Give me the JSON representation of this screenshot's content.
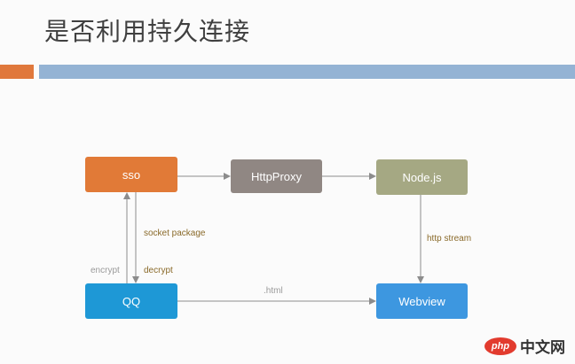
{
  "slide": {
    "title": "是否利用持久连接"
  },
  "colors": {
    "accent_bar": "#e0783c",
    "main_bar": "#94b3d4",
    "sso": "#e17a37",
    "httpproxy": "#908783",
    "nodejs": "#a5a883",
    "qq": "#1e98d6",
    "webview": "#3d97e0"
  },
  "nodes": {
    "sso": "sso",
    "httpproxy": "HttpProxy",
    "nodejs": "Node.js",
    "qq": "QQ",
    "webview": "Webview"
  },
  "edges": {
    "socket_package": "socket package",
    "encrypt": "encrypt",
    "decrypt": "decrypt",
    "http_stream": "http stream",
    "html": ".html"
  },
  "watermark": {
    "logo": "php",
    "text": "中文网"
  }
}
